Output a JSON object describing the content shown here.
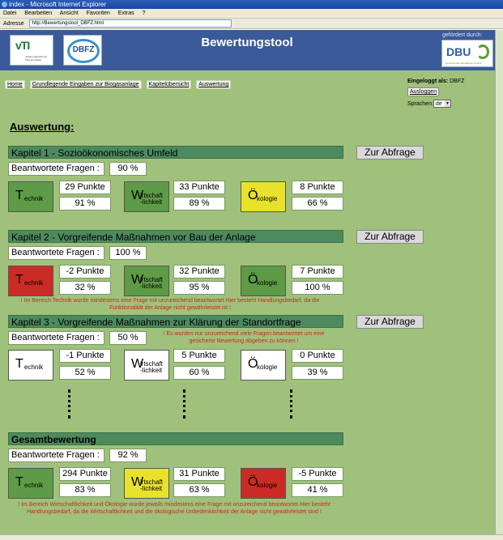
{
  "browser": {
    "title": "index - Microsoft Internet Explorer",
    "menu": [
      "Datei",
      "Bearbeiten",
      "Ansicht",
      "Favoriten",
      "Extras",
      "?"
    ],
    "address_label": "Adresse",
    "address": "http://Bewertungstool_DBFZ.html"
  },
  "header": {
    "title": "Bewertungstool",
    "funded_by": "gefördert durch:",
    "logo_vti": "vTI",
    "logo_vti_sub": "Johann Heinrich von Thünen-Institut",
    "logo_dbfz": "DBFZ",
    "logo_dbu": "DBU",
    "logo_dbu_sub": "Deutsche Bundesstiftung Umwelt"
  },
  "nav": [
    "Home",
    "Grundlegende Eingaben zur Biogasanlage",
    "Kapitelübersicht",
    "Auswertung"
  ],
  "user": {
    "logged_in_label": "Eingeloggt als:",
    "user": "DBFZ",
    "logout": "Ausloggen",
    "language_label": "Sprachen:",
    "language": "de"
  },
  "page_title": "Auswertung:",
  "labels": {
    "answered": "Beantwortete Fragen :",
    "query_button": "Zur Abfrage",
    "tech_first": "T",
    "tech_rest": "echnik",
    "wirt_first": "W",
    "wirt_rest": "irtschaft",
    "wirt_rest2": "-lichkeit",
    "oeko_first": "Ö",
    "oeko_rest": "kologie"
  },
  "chapters": [
    {
      "title": "Kapitel 1 - Sozioökonomisches Umfeld",
      "answered": "90 %",
      "technik": {
        "points": "29 Punkte",
        "percent": "91 %",
        "color": "#5d9b46"
      },
      "wirtschaft": {
        "points": "33 Punkte",
        "percent": "89 %",
        "color": "#5d9b46"
      },
      "oekologie": {
        "points": "8 Punkte",
        "percent": "66 %",
        "color": "#e8e22a"
      }
    },
    {
      "title": "Kapitel 2 - Vorgreifende Maßnahmen vor Bau der Anlage",
      "answered": "100 %",
      "technik": {
        "points": "-2 Punkte",
        "percent": "32 %",
        "color": "#cc2b25"
      },
      "wirtschaft": {
        "points": "32 Punkte",
        "percent": "95 %",
        "color": "#5d9b46"
      },
      "oekologie": {
        "points": "7 Punkte",
        "percent": "100 %",
        "color": "#5d9b46"
      },
      "warning": "! Im Bereich Technik wurde mindestens eine Frage mit unzureichend beantwortet Hier besteht Handlungsbedarf, da die Funktionalität der Anlage nicht gewährleistet ist !"
    },
    {
      "title": "Kapitel 3 - Vorgreifende Maßnahmen zur Klärung der Standortfrage",
      "answered": "50 %",
      "answered_warning": "! Es wurden nur unzureichend viele Fragen beantwortet um eine gesicherte Bewertung abgeben zu können !",
      "technik": {
        "points": "-1 Punkte",
        "percent": "52 %",
        "color": "#ffffff"
      },
      "wirtschaft": {
        "points": "5 Punkte",
        "percent": "60 %",
        "color": "#ffffff"
      },
      "oekologie": {
        "points": "0 Punkte",
        "percent": "39 %",
        "color": "#ffffff"
      }
    }
  ],
  "total": {
    "title": "Gesamtbewertung",
    "answered": "92 %",
    "technik": {
      "points": "294 Punkte",
      "percent": "83 %",
      "color": "#5d9b46"
    },
    "wirtschaft": {
      "points": "31 Punkte",
      "percent": "63 %",
      "color": "#e8e22a"
    },
    "oekologie": {
      "points": "-5 Punkte",
      "percent": "41 %",
      "color": "#cc2b25"
    },
    "warning": "! Im Bereich Wirtschaftlichkeit und Ökologie wurde jeweils mindestens eine Frage mit unzureichend beantwortet Hier besteht Handlungsbedarf, da die Wirtschaftlichkeit und die ökologische Unbedenklichkeit der Anlage nicht gewährleistet sind !"
  }
}
